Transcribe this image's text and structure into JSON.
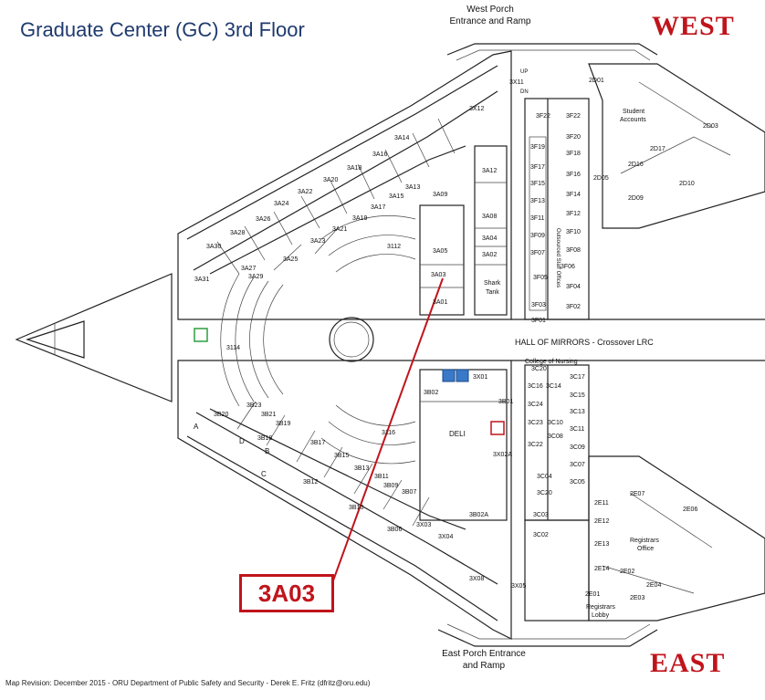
{
  "title": "Graduate Center (GC) 3rd Floor",
  "wings": {
    "west": "WEST",
    "east": "EAST"
  },
  "porches": {
    "west_line1": "West Porch",
    "west_line2": "Entrance and Ramp",
    "east_line1": "East Porch Entrance",
    "east_line2": "and Ramp"
  },
  "hall_label": "HALL OF MIRRORS - Crossover LRC",
  "college_label": "College of Nursing",
  "callout": {
    "label": "3A03",
    "color": "#c0141c"
  },
  "footer": "Map Revision: December 2015  - ORU Department of Public Safety and Security - Derek E. Fritz (dfritz@oru.edu)",
  "colors": {
    "accent": "#c0141c",
    "title": "#1f3a6e",
    "elevator": "#3a78c9",
    "green_box": "#2e9e3e"
  },
  "rooms_west": [
    "3A30",
    "3A28",
    "3A26",
    "3A24",
    "3A22",
    "3A20",
    "3A18",
    "3A16",
    "3A14",
    "3A31",
    "3A29",
    "3A27",
    "3A25",
    "3A23",
    "3A21",
    "3A19",
    "3A17",
    "3A15",
    "3A13",
    "3A09",
    "3A12",
    "3A08",
    "3A05",
    "3A04",
    "3A02",
    "3A03",
    "3A01",
    "3112",
    "3114",
    "3X12",
    "3X11"
  ],
  "rooms_east": [
    "3B20",
    "3B23",
    "3B21",
    "3B19",
    "3B18",
    "3B17",
    "3B15",
    "3B13",
    "3B12",
    "3B11",
    "3B10",
    "3B09",
    "3B07",
    "3B06",
    "3B02",
    "3B01",
    "3B02A",
    "3116",
    "3X03",
    "3X04",
    "3X08",
    "3X05",
    "3X01",
    "3X02A"
  ],
  "rooms_f": [
    "3F22",
    "3F22",
    "3F20",
    "3F19",
    "3F18",
    "3F17",
    "3F16",
    "3F15",
    "3F14",
    "3F13",
    "3F12",
    "3F11",
    "3F10",
    "3F09",
    "3F08",
    "3F07",
    "3F06",
    "3F05",
    "3F04",
    "3F03",
    "3F02",
    "3F01"
  ],
  "rooms_c": [
    "3C20",
    "3C17",
    "3C16",
    "3C15",
    "3C14",
    "3C13",
    "3C24",
    "3C11",
    "3C23",
    "3C10",
    "3C22",
    "3C09",
    "3C08",
    "3C07",
    "3C04",
    "3C05",
    "3C20",
    "3C03",
    "3C02"
  ],
  "rooms_d": [
    "2D01",
    "2D03",
    "2D05",
    "2D09",
    "2D10",
    "2D16",
    "2D17"
  ],
  "rooms_e": [
    "2E01",
    "2E02",
    "2E03",
    "2E04",
    "2E06",
    "2E07",
    "2E11",
    "2E12",
    "2E13",
    "2E14"
  ],
  "area_labels": {
    "student_accounts_1": "Student",
    "student_accounts_2": "Accounts",
    "shark_1": "Shark",
    "shark_2": "Tank",
    "deli": "DELI",
    "registrars_office_1": "Registrars",
    "registrars_office_2": "Office",
    "registrars_lobby_1": "Registrars",
    "registrars_lobby_2": "Lobby",
    "faculty_offices": "Outsourced Staff Offices"
  },
  "small_marks": [
    "UP",
    "DN",
    "A",
    "B",
    "C",
    "D"
  ]
}
